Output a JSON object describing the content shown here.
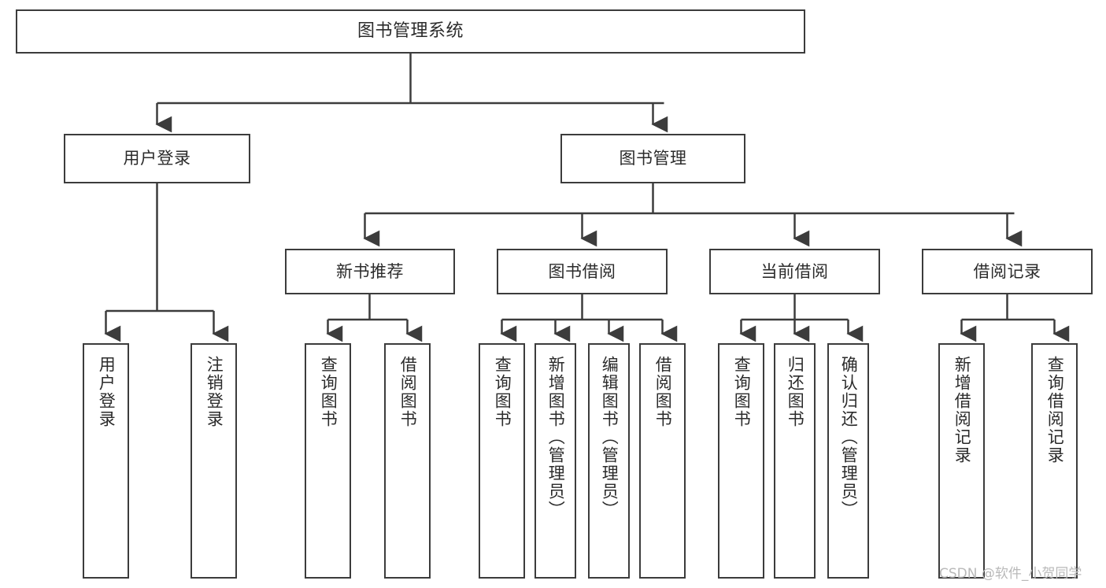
{
  "diagram": {
    "title": "图书管理系统",
    "watermark": "CSDN @软件_小贺同学",
    "line_color": "#3c3c3c",
    "box_fill": "#ffffff",
    "text_color": "#2b2b2b",
    "watermark_color": "#b9b9b9",
    "root": {
      "label": "图书管理系统"
    },
    "level2": [
      {
        "label": "用户登录"
      },
      {
        "label": "图书管理"
      }
    ],
    "level3": [
      {
        "label": "新书推荐"
      },
      {
        "label": "图书借阅"
      },
      {
        "label": "当前借阅"
      },
      {
        "label": "借阅记录"
      }
    ],
    "leaves": {
      "user_login": [
        {
          "label": "用户登录"
        },
        {
          "label": "注销登录"
        }
      ],
      "new_book_recommend": [
        {
          "label": "查询图书"
        },
        {
          "label": "借阅图书"
        }
      ],
      "book_borrow": [
        {
          "label": "查询图书"
        },
        {
          "label": "新增图书（管理员）"
        },
        {
          "label": "编辑图书（管理员）"
        },
        {
          "label": "借阅图书"
        }
      ],
      "current_borrow": [
        {
          "label": "查询图书"
        },
        {
          "label": "归还图书"
        },
        {
          "label": "确认归还（管理员）"
        }
      ],
      "borrow_record": [
        {
          "label": "新增借阅记录"
        },
        {
          "label": "查询借阅记录"
        }
      ]
    }
  }
}
